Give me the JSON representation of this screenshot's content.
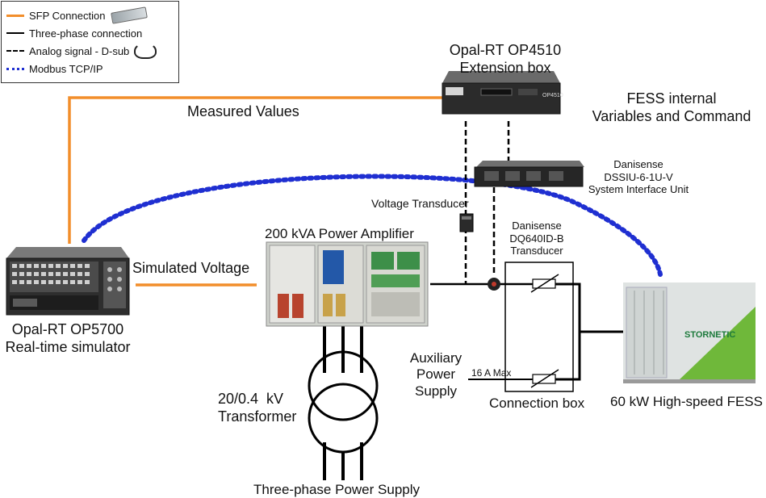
{
  "legend": {
    "items": [
      {
        "label": "SFP Connection",
        "style": "solid",
        "color": "#f28e2b"
      },
      {
        "label": "Three-phase connection",
        "style": "solid",
        "color": "#000000"
      },
      {
        "label": "Analog signal - D-sub",
        "style": "dashed",
        "color": "#000000"
      },
      {
        "label": "Modbus TCP/IP",
        "style": "dotted",
        "color": "#1f2fd1"
      }
    ]
  },
  "labels": {
    "op4510_line1": "Opal-RT OP4510",
    "op4510_line2": "Extension box",
    "fess_internal_line1": "FESS internal",
    "fess_internal_line2": "Variables and Command",
    "measured_values": "Measured Values",
    "dssiu_line1": "Danisense",
    "dssiu_line2": "DSSIU-6-1U-V",
    "dssiu_line3": "System Interface Unit",
    "voltage_transducer": "Voltage Transducer",
    "amplifier": "200 kVA Power Amplifier",
    "dq_line1": "Danisense",
    "dq_line2": "DQ640ID-B",
    "dq_line3": "Transducer",
    "simulated_voltage": "Simulated Voltage",
    "op5700_line1": "Opal-RT OP5700",
    "op5700_line2": "Real-time simulator",
    "aux_line1": "Auxiliary",
    "aux_line2": "Power",
    "aux_line3": "Supply",
    "max_current": "16 A Max",
    "connection_box": "Connection box",
    "fess": "60 kW High-speed FESS",
    "transformer_line1": "20/0.4  kV",
    "transformer_line2": "Transformer",
    "supply": "Three-phase Power Supply",
    "op4510_badge": "OP4510",
    "fess_logo": "STORNETIC"
  },
  "colors": {
    "sfp": "#f28e2b",
    "modbus": "#1f2fd1",
    "wire": "#000000"
  }
}
